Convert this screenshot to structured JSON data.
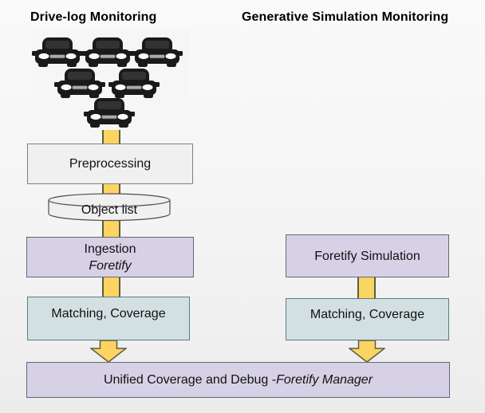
{
  "titles": {
    "left": "Drive-log Monitoring",
    "right": "Generative Simulation Monitoring"
  },
  "left_flow": {
    "preprocessing": "Preprocessing",
    "object_list": "Object list",
    "ingestion_line1": "Ingestion",
    "ingestion_line2": "Foretify",
    "matching": "Matching, Coverage"
  },
  "right_flow": {
    "simulation": "Foretify Simulation",
    "matching": "Matching, Coverage"
  },
  "unified": {
    "text": "Unified Coverage and Debug - ",
    "italic": "Foretify Manager"
  },
  "icons": {
    "car_fleet": "six black car icons arranged in a 3-2-1 pyramid",
    "arrows": "yellow downward flow arrows"
  },
  "colors": {
    "purple_fill": "#d7d1e6",
    "purple_border": "#66667a",
    "blue_fill": "#d3e0e2",
    "blue_border": "#5e7b88",
    "gray_fill": "#f0f0f0",
    "gray_border": "#7f7f7f",
    "arrow_fill": "#fcd462",
    "arrow_border": "#5c5c40",
    "car_color": "#1a1a1a"
  }
}
